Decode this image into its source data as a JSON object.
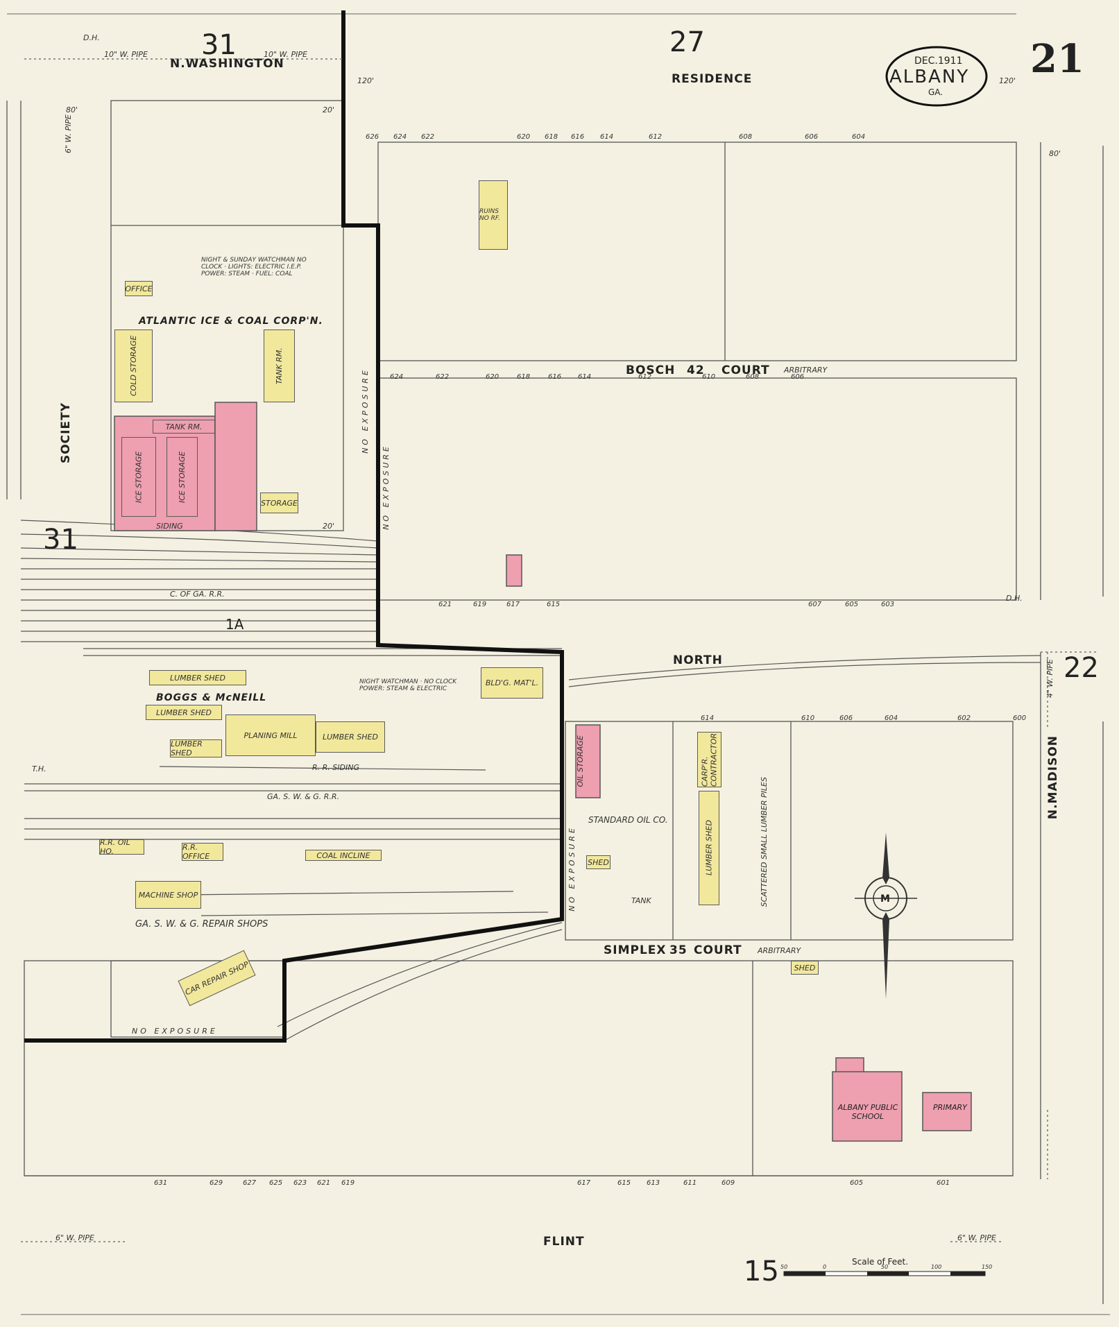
{
  "sheet": {
    "number": "21",
    "date": "DEC.1911",
    "city": "ALBANY",
    "state": "GA."
  },
  "streets": {
    "n_washington": "N.WASHINGTON",
    "residence": "RESIDENCE",
    "bosch_court": "BOSCH",
    "bosch_num": "42",
    "bosch_court_label": "COURT",
    "bosch_arbitrary": "ARBITRARY",
    "north": "NORTH",
    "simplex": "SIMPLEX",
    "simplex_num": "35",
    "simplex_court_label": "COURT",
    "simplex_arbitrary": "ARBITRARY",
    "flint": "FLINT",
    "society": "SOCIETY",
    "n_madison": "N.MADISON"
  },
  "adjacent_sheets": {
    "top_left": "31",
    "top_center": "27",
    "left_mid": "31",
    "right_mid": "22",
    "bottom": "15",
    "tracks": "1A"
  },
  "labels": {
    "atlantic_ice": "ATLANTIC ICE & COAL CORP'N.",
    "watchman_note": "NIGHT & SUNDAY WATCHMAN NO CLOCK · LIGHTS: ELECTRIC I.E.P. POWER: STEAM · FUEL: COAL",
    "cold_storage": "COLD STORAGE",
    "ice_storage": "ICE STORAGE",
    "tank_rm": "TANK RM.",
    "storage": "STORAGE",
    "office": "OFFICE",
    "siding": "SIDING",
    "c_of_ga_rr": "C. OF GA. R.R.",
    "boggs": "BOGGS & McNEILL",
    "lumber_shed": "LUMBER SHED",
    "planing_mill": "PLANING MILL",
    "bldg_matl": "BLD'G. MAT'L.",
    "night_watchman_2": "NIGHT WATCHMAN · NO CLOCK POWER: STEAM & ELECTRIC",
    "rr_siding": "R. R. SIDING",
    "ga_sw_gr": "GA. S. W. & G. R.R.",
    "rr_oil_ho": "R.R. OIL HO.",
    "rr_office": "R.R. OFFICE",
    "coal_incline": "COAL INCLINE",
    "machine_shop": "MACHINE SHOP",
    "repair_shops": "GA. S. W. & G. REPAIR SHOPS",
    "car_repair_shop": "CAR REPAIR SHOP",
    "no_exposure": "NO EXPOSURE",
    "oil_storage": "OIL STORAGE",
    "standard_oil": "STANDARD OIL CO.",
    "shed": "SHED",
    "tank": "TANK",
    "carp_contractor": "CARP'R. CONTRACTOR",
    "lumber_shed_2": "LUMBER SHED",
    "scattered_lumber": "SCATTERED SMALL LUMBER PILES",
    "ruins": "RUINS NO RF.",
    "school": "ALBANY PUBLIC SCHOOL",
    "primary": "PRIMARY",
    "scale": "Scale of Feet.",
    "scale_ticks": [
      "50",
      "0",
      "50",
      "100",
      "150"
    ],
    "pipe_w": "10\" W. PIPE",
    "pipe_6": "6\" W. PIPE",
    "pipe_4": "4\" W. PIPE",
    "dim_80": "80'",
    "dim_120": "120'",
    "dim_20": "20'",
    "dh": "D.H.",
    "th": "T.H."
  },
  "house_numbers": {
    "row1": [
      "626",
      "624",
      "622",
      "620",
      "618",
      "616",
      "614",
      "612",
      "608",
      "606",
      "604"
    ],
    "row2": [
      "624",
      "622",
      "620",
      "618",
      "616",
      "614",
      "612",
      "610",
      "608",
      "606"
    ],
    "row3": [
      "621",
      "619",
      "617",
      "615",
      "607",
      "605",
      "603"
    ],
    "row4": [
      "614",
      "610",
      "606",
      "604",
      "602",
      "600"
    ],
    "row5": [
      "631",
      "629",
      "627",
      "625",
      "623",
      "621",
      "619",
      "617",
      "615",
      "613",
      "611",
      "609",
      "605",
      "601"
    ]
  },
  "colors": {
    "paper": "#f4f1e2",
    "frame": "#f2e89c",
    "brick": "#ee9fb0",
    "ink": "#222222"
  }
}
